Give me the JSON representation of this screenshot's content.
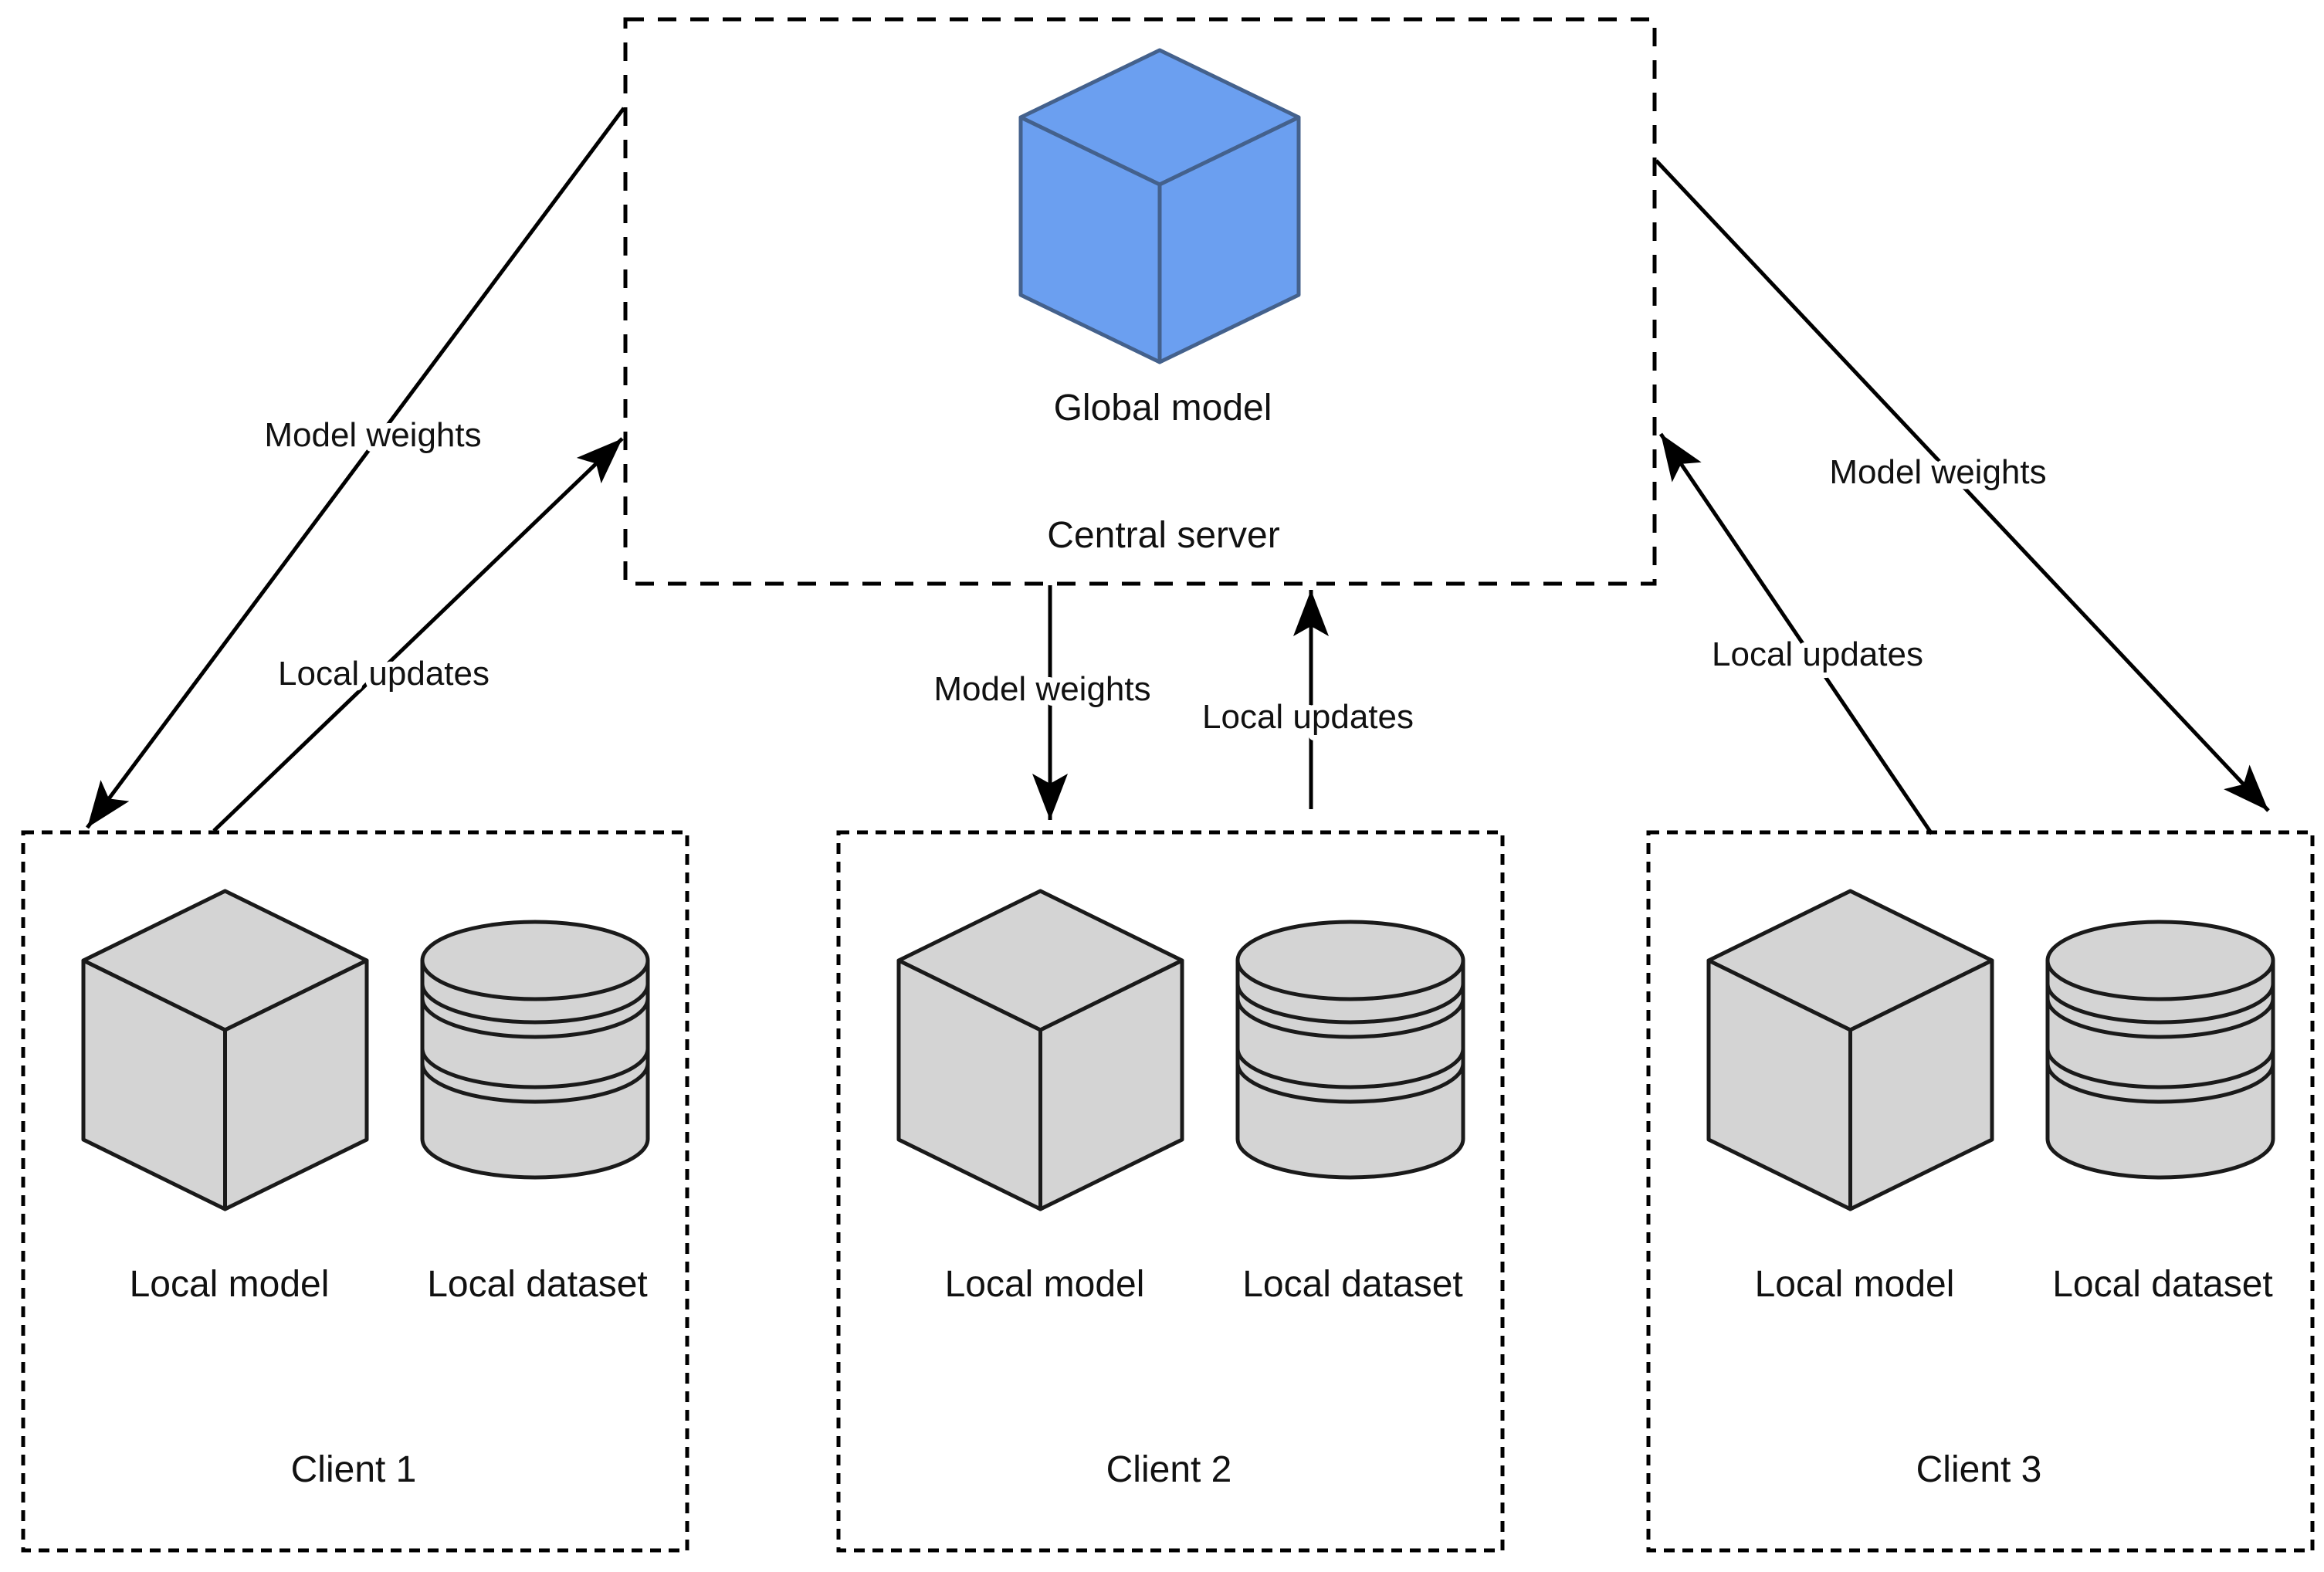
{
  "server": {
    "label": "Central server",
    "model_label": "Global model"
  },
  "clients": [
    {
      "label": "Client 1",
      "model_label": "Local model",
      "dataset_label": "Local dataset"
    },
    {
      "label": "Client 2",
      "model_label": "Local model",
      "dataset_label": "Local dataset"
    },
    {
      "label": "Client 3",
      "model_label": "Local model",
      "dataset_label": "Local dataset"
    }
  ],
  "edges": {
    "model_weights": "Model weights",
    "local_updates": "Local updates"
  },
  "colors": {
    "global_model_fill": "#6b9ff0",
    "global_model_stroke": "#44618c",
    "local_shape_fill": "#d4d4d4",
    "local_shape_stroke": "#1a1a1a",
    "line_color": "#000000",
    "text_color": "#111111",
    "background": "#ffffff"
  }
}
